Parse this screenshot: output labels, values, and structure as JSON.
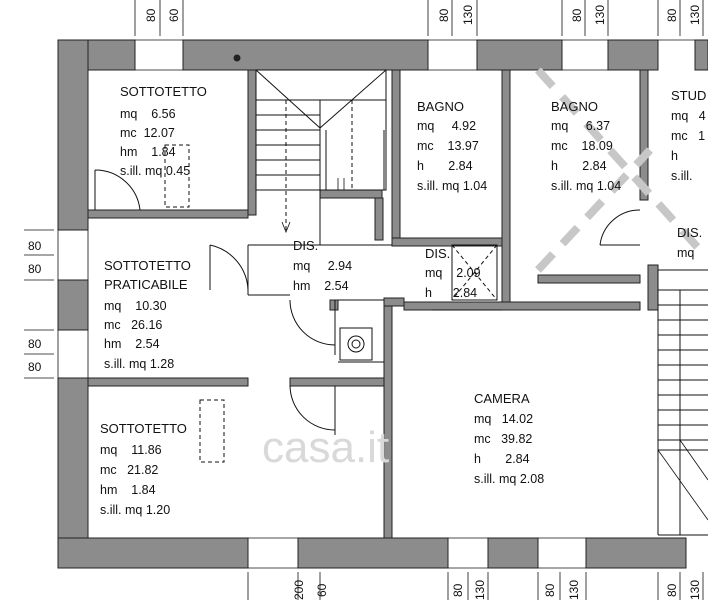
{
  "rooms": {
    "sottotetto_top": {
      "title": "SOTTOTETTO",
      "l1": "mq    6.56",
      "l2": "mc  12.07",
      "l3": "hm    1.84",
      "l4": "s.ill. mq 0.45"
    },
    "sottotetto_praticabile": {
      "title1": "SOTTOTETTO",
      "title2": "PRATICABILE",
      "l1": "mq    10.30",
      "l2": "mc   26.16",
      "l3": "hm    2.54",
      "l4": "s.ill. mq 1.28"
    },
    "dis_center": {
      "title": "DIS.",
      "l1": "mq     2.94",
      "l2": "hm    2.54"
    },
    "bagno_1": {
      "title": "BAGNO",
      "l1": "mq     4.92",
      "l2": "mc    13.97",
      "l3": "h       2.84",
      "l4": "s.ill. mq 1.04"
    },
    "bagno_2": {
      "title": "BAGNO",
      "l1": "mq     6.37",
      "l2": "mc    18.09",
      "l3": "h       2.84",
      "l4": "s.ill. mq 1.04"
    },
    "studio": {
      "title": "STUD",
      "l1": "mq   4",
      "l2": "mc   1",
      "l3": "h",
      "l4": "s.ill."
    },
    "dis_small": {
      "title": "DIS.",
      "l1": "mq    2.09",
      "l2": "h      2.84"
    },
    "dis_right": {
      "title": "DIS.",
      "l1": "mq"
    },
    "sottotetto_bottom": {
      "title": "SOTTOTETTO",
      "l1": "mq    11.86",
      "l2": "mc   21.82",
      "l3": "hm    1.84",
      "l4": "s.ill. mq 1.20"
    },
    "camera": {
      "title": "CAMERA",
      "l1": "mq   14.02",
      "l2": "mc   39.82",
      "l3": "h       2.84",
      "l4": "s.ill. mq 2.08"
    }
  },
  "dimensions": {
    "top": [
      "80",
      "60",
      "80",
      "130",
      "80",
      "130",
      "80",
      "130"
    ],
    "left": [
      "80",
      "80",
      "80",
      "80"
    ],
    "bottom": [
      "200",
      "60",
      "80",
      "130",
      "80",
      "130",
      "80",
      "130"
    ]
  },
  "watermark": "casa.it"
}
